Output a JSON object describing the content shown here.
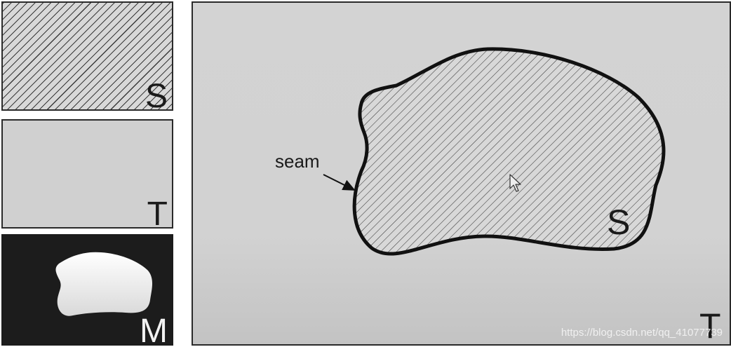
{
  "panels": {
    "source": {
      "label": "S"
    },
    "target": {
      "label": "T"
    },
    "mask": {
      "label": "M"
    }
  },
  "composite": {
    "region_label": "S",
    "background_label": "T",
    "seam_label": "seam"
  },
  "watermark": "https://blog.csdn.net/qq_41077739",
  "icons": [
    "mouse-cursor-icon"
  ],
  "colors": {
    "background_panel": "#d3d3d3",
    "hatch_line": "#3a3a3a",
    "outline": "#111111",
    "mask_background": "#1c1c1c",
    "mask_shape": "#f0f0f0"
  }
}
